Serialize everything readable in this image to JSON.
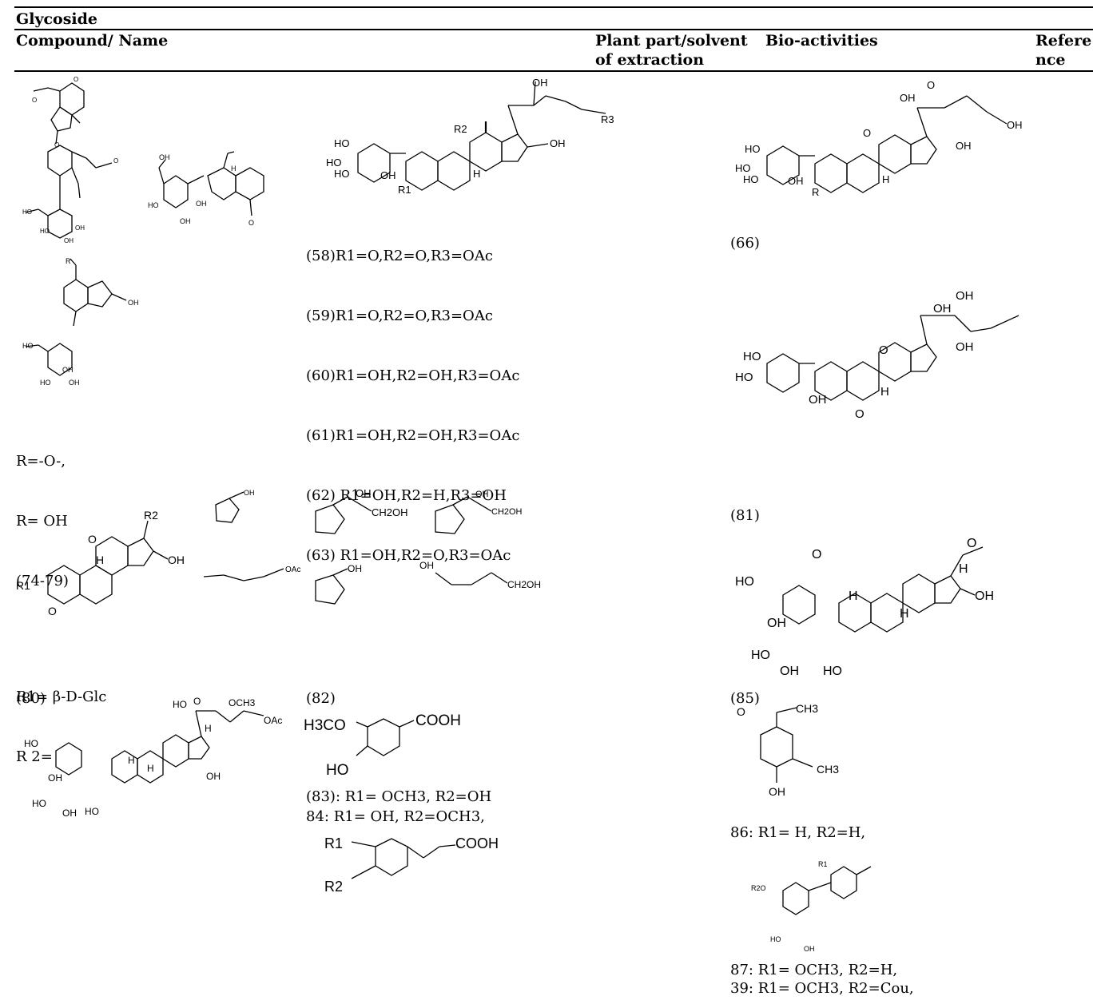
{
  "table": {
    "section_title": "Glycoside",
    "columns": [
      "Compound/ Name",
      "Plant part/solvent\nof extraction",
      "Bio-activities",
      "Refere\nnce"
    ]
  },
  "compounds": {
    "r_group_list_58_63": [
      "(58)R1=O,R2=O,R3=OAc",
      "(59)R1=O,R2=O,R3=OAc",
      "(60)R1=OH,R2=OH,R3=OAc",
      "(61)R1=OH,R2=OH,R3=OAc",
      "(62) R1=OH,R2=H,R3=OH",
      "(63) R1=OH,R2=O,R3=OAc"
    ],
    "label_66": "(66)",
    "r_defs_74_79": [
      "R=-O-,",
      "R= OH",
      "(74-79)"
    ],
    "label_81": "(81)",
    "r1_80": "R1= β-D-Glc",
    "r2_80": "R 2=",
    "label_80": "(80)",
    "label_82": "(82)",
    "label_85": "(85)",
    "label_83": "(83): R1= OCH3, R2=OH",
    "label_84": "84: R1= OH, R2=OCH3,",
    "label_86": "86: R1= H, R2=H,",
    "label_87": "87: R1= OCH3, R2=H,",
    "label_39": "39: R1= OCH3, R2=Cou,"
  },
  "structure_text": {
    "cooh": "COOH",
    "h3co": "H3CO",
    "ho": "HO",
    "oh": "OH",
    "ch3": "CH3",
    "o_ch3": "O",
    "oac": "OAc",
    "och3": "OCH3",
    "r1": "R1",
    "r2": "R2",
    "r3": "R3",
    "ch2oh": "CH2OH",
    "h": "H",
    "o": "O",
    "r": "R",
    "r1_sup": "R1",
    "r2o": "R2O"
  }
}
